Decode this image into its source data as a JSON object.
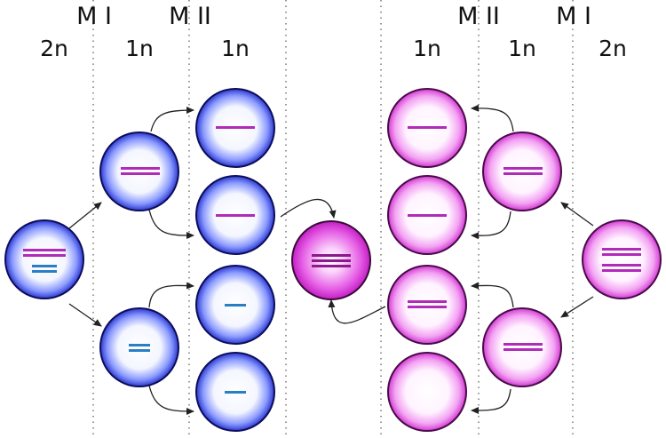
{
  "header": {
    "stage_labels": {
      "left_meiosis_1": "M I",
      "left_meiosis_2": "M II",
      "right_meiosis_2": "M II",
      "right_meiosis_1": "M I"
    },
    "ploidy_labels": {
      "left_col_1": "2n",
      "left_col_2": "1n",
      "left_col_3": "1n",
      "right_col_3": "1n",
      "right_col_2": "1n",
      "right_col_1": "2n"
    }
  },
  "colors": {
    "male_cell": "#2f3fd6",
    "female_cell": "#d440d4",
    "magenta_chromosome": "#b02cb8",
    "blue_chromosome": "#2a7fc4",
    "arrow": "#222222"
  }
}
